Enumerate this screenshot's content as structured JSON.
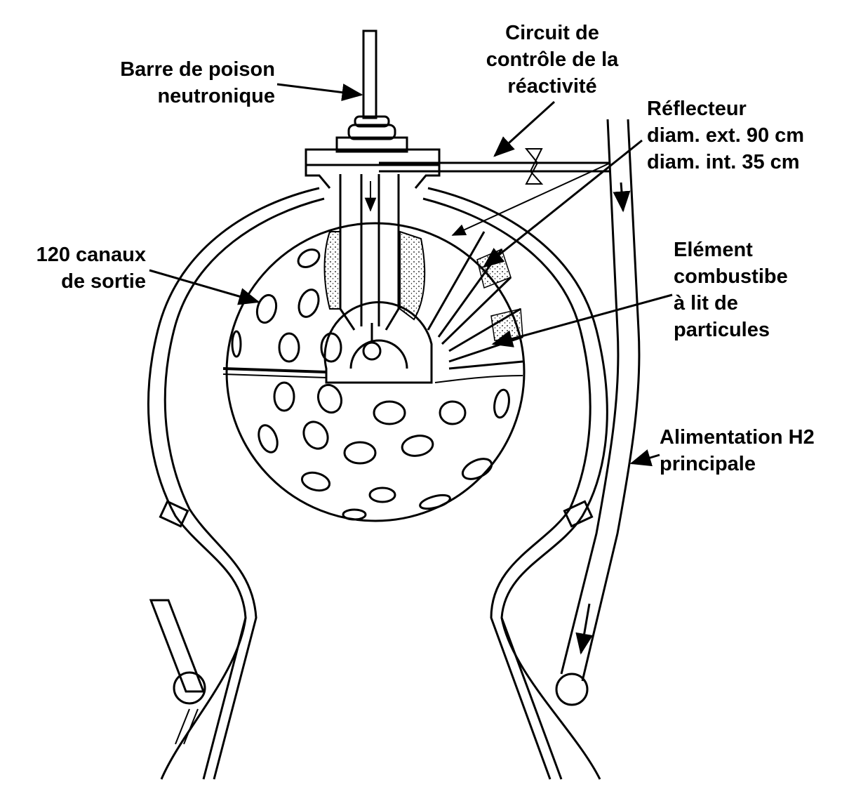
{
  "labels": {
    "poison_rod": [
      "Barre de poison",
      "neutronique"
    ],
    "reactivity_circuit": [
      "Circuit de",
      "contrôle de la",
      "réactivité"
    ],
    "reflector": [
      "Réflecteur",
      "diam. ext. 90 cm",
      "diam. int. 35 cm"
    ],
    "exit_channels": [
      "120 canaux",
      "de sortie"
    ],
    "fuel_element": [
      "Elément",
      "combustibe",
      "à lit de",
      "particules"
    ],
    "h2_feed": [
      "Alimentation H2",
      "principale"
    ]
  },
  "colors": {
    "ink": "#000000",
    "background": "#ffffff",
    "stipple": "#000000"
  }
}
